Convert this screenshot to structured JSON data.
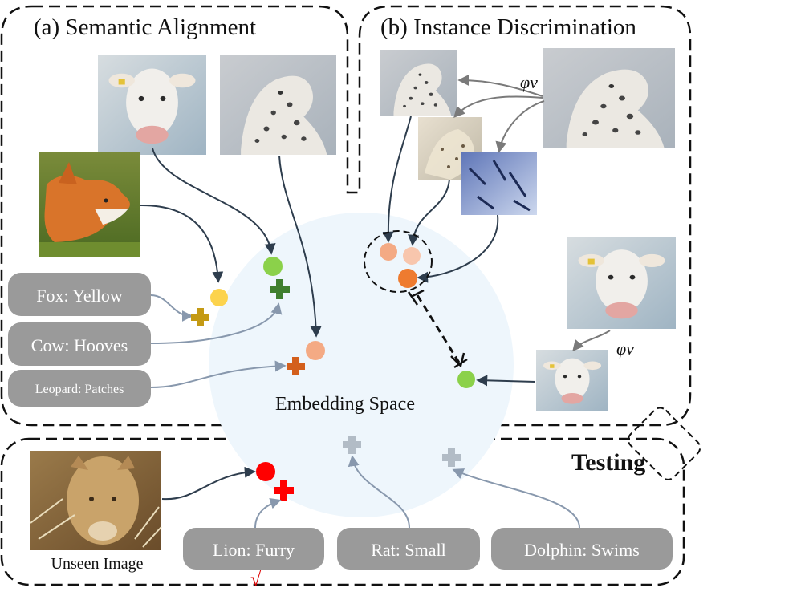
{
  "panels": {
    "semantic_alignment": {
      "title": "(a) Semantic Alignment"
    },
    "instance_discrimination": {
      "title": "(b) Instance Discrimination"
    },
    "testing": {
      "title": "Testing"
    }
  },
  "embedding_space": {
    "label": "Embedding Space"
  },
  "augmentation_symbol": "φv",
  "attribute_labels": {
    "fox": "Fox: Yellow",
    "cow": "Cow: Hooves",
    "leopard": "Leopard: Patches",
    "lion": "Lion: Furry",
    "rat": "Rat: Small",
    "dolphin": "Dolphin: Swims"
  },
  "unseen_image": {
    "label": "Unseen Image"
  },
  "correct_mark": "√",
  "images": {
    "cow": "cow",
    "snow_leopard": "snow leopard",
    "fox": "fox",
    "lion": "lion"
  },
  "colors": {
    "yellow_point": "#fcd34d",
    "yellow_cross": "#c49a14",
    "green_point": "#8bd14a",
    "green_cross": "#3f7f2e",
    "salmon_point": "#f4aa84",
    "orange_cross": "#d35f1c",
    "light_salmon_point": "#f8c6ad",
    "orange_point": "#ee7b2f",
    "red_point": "#ff0000",
    "grey_cross": "#b2bcc6",
    "pill_fill": "#9a9a9a",
    "embedding_space": "#eef6fc",
    "arrow_dark": "#2e3d4d",
    "arrow_light": "#8898ad"
  }
}
